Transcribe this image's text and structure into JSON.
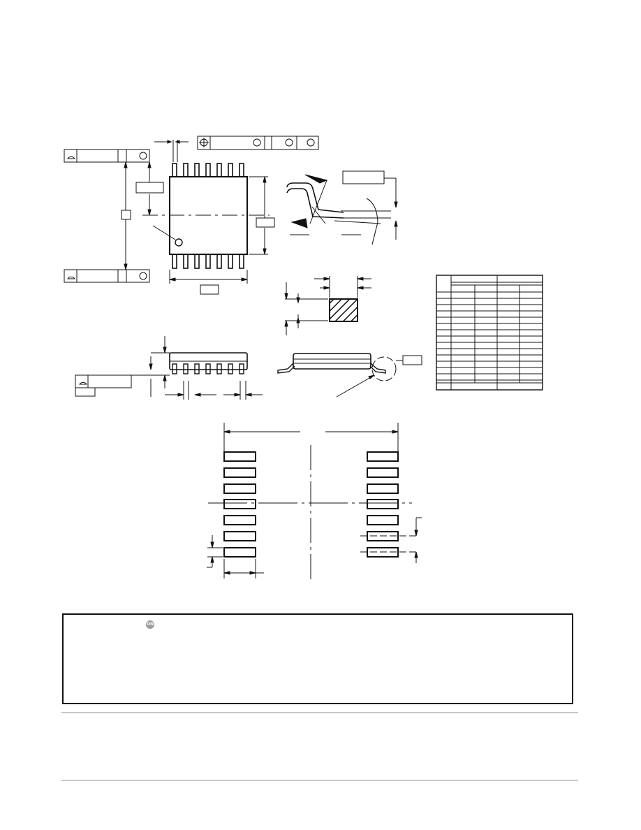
{
  "document": {
    "type": "package-outline-drawing",
    "views": [
      "top-view",
      "end-view",
      "side-view",
      "section-view",
      "detail-view",
      "dimension-table",
      "soldering-footprint"
    ],
    "footer_logo": {
      "icon": "on-semiconductor-logo-icon",
      "text": "ON",
      "color": "#9a9a9a"
    }
  }
}
